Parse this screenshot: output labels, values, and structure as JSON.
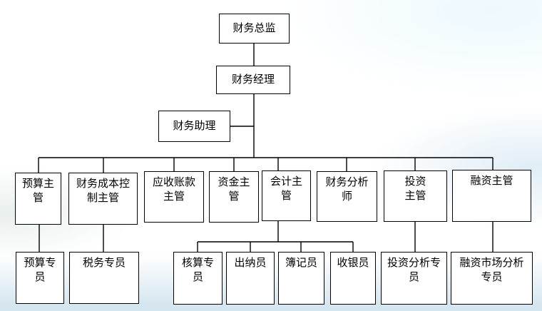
{
  "nodes": {
    "finance_director": {
      "label": "财务总监"
    },
    "finance_manager": {
      "label": "财务经理"
    },
    "finance_assistant": {
      "label": "财务助理"
    },
    "budget_supervisor": {
      "label": "预算主\n管"
    },
    "cost_control_supervisor": {
      "label": "财务成本控\n制主管"
    },
    "accounts_receivable_supervisor": {
      "label": "应收账款\n主管"
    },
    "funds_supervisor": {
      "label": "资金主\n管"
    },
    "accounting_supervisor": {
      "label": "会计主\n管"
    },
    "financial_analyst": {
      "label": "财务分析\n师"
    },
    "investment_supervisor": {
      "label": "投资\n主管"
    },
    "financing_supervisor": {
      "label": "融资主管"
    },
    "budget_specialist": {
      "label": "预算专\n员"
    },
    "tax_specialist": {
      "label": "税务专员"
    },
    "calculation_specialist": {
      "label": "核算专\n员"
    },
    "cashier": {
      "label": "出纳员"
    },
    "bookkeeper": {
      "label": "簿记员"
    },
    "cash_register_clerk": {
      "label": "收银员"
    },
    "investment_analysis_specialist": {
      "label": "投资分析专\n员"
    },
    "financing_market_analysis_specialist": {
      "label": "融资市场分析\n专员"
    }
  },
  "edges": [
    {
      "from": "finance_director",
      "to": "finance_manager"
    },
    {
      "from": "finance_manager",
      "to": "finance_assistant"
    },
    {
      "from": "finance_manager",
      "to": "budget_supervisor"
    },
    {
      "from": "finance_manager",
      "to": "cost_control_supervisor"
    },
    {
      "from": "finance_manager",
      "to": "accounts_receivable_supervisor"
    },
    {
      "from": "finance_manager",
      "to": "funds_supervisor"
    },
    {
      "from": "finance_manager",
      "to": "accounting_supervisor"
    },
    {
      "from": "finance_manager",
      "to": "financial_analyst"
    },
    {
      "from": "finance_manager",
      "to": "investment_supervisor"
    },
    {
      "from": "finance_manager",
      "to": "financing_supervisor"
    },
    {
      "from": "budget_supervisor",
      "to": "budget_specialist"
    },
    {
      "from": "cost_control_supervisor",
      "to": "tax_specialist"
    },
    {
      "from": "accounting_supervisor",
      "to": "calculation_specialist"
    },
    {
      "from": "accounting_supervisor",
      "to": "cashier"
    },
    {
      "from": "accounting_supervisor",
      "to": "bookkeeper"
    },
    {
      "from": "accounting_supervisor",
      "to": "cash_register_clerk"
    },
    {
      "from": "investment_supervisor",
      "to": "investment_analysis_specialist"
    },
    {
      "from": "financing_supervisor",
      "to": "financing_market_analysis_specialist"
    }
  ],
  "colors": {
    "box_background": "#ffffff",
    "box_border": "#000000",
    "connector": "#000000",
    "background_bottom_band": "#d7e5ee",
    "background_base": "#ffffff"
  }
}
